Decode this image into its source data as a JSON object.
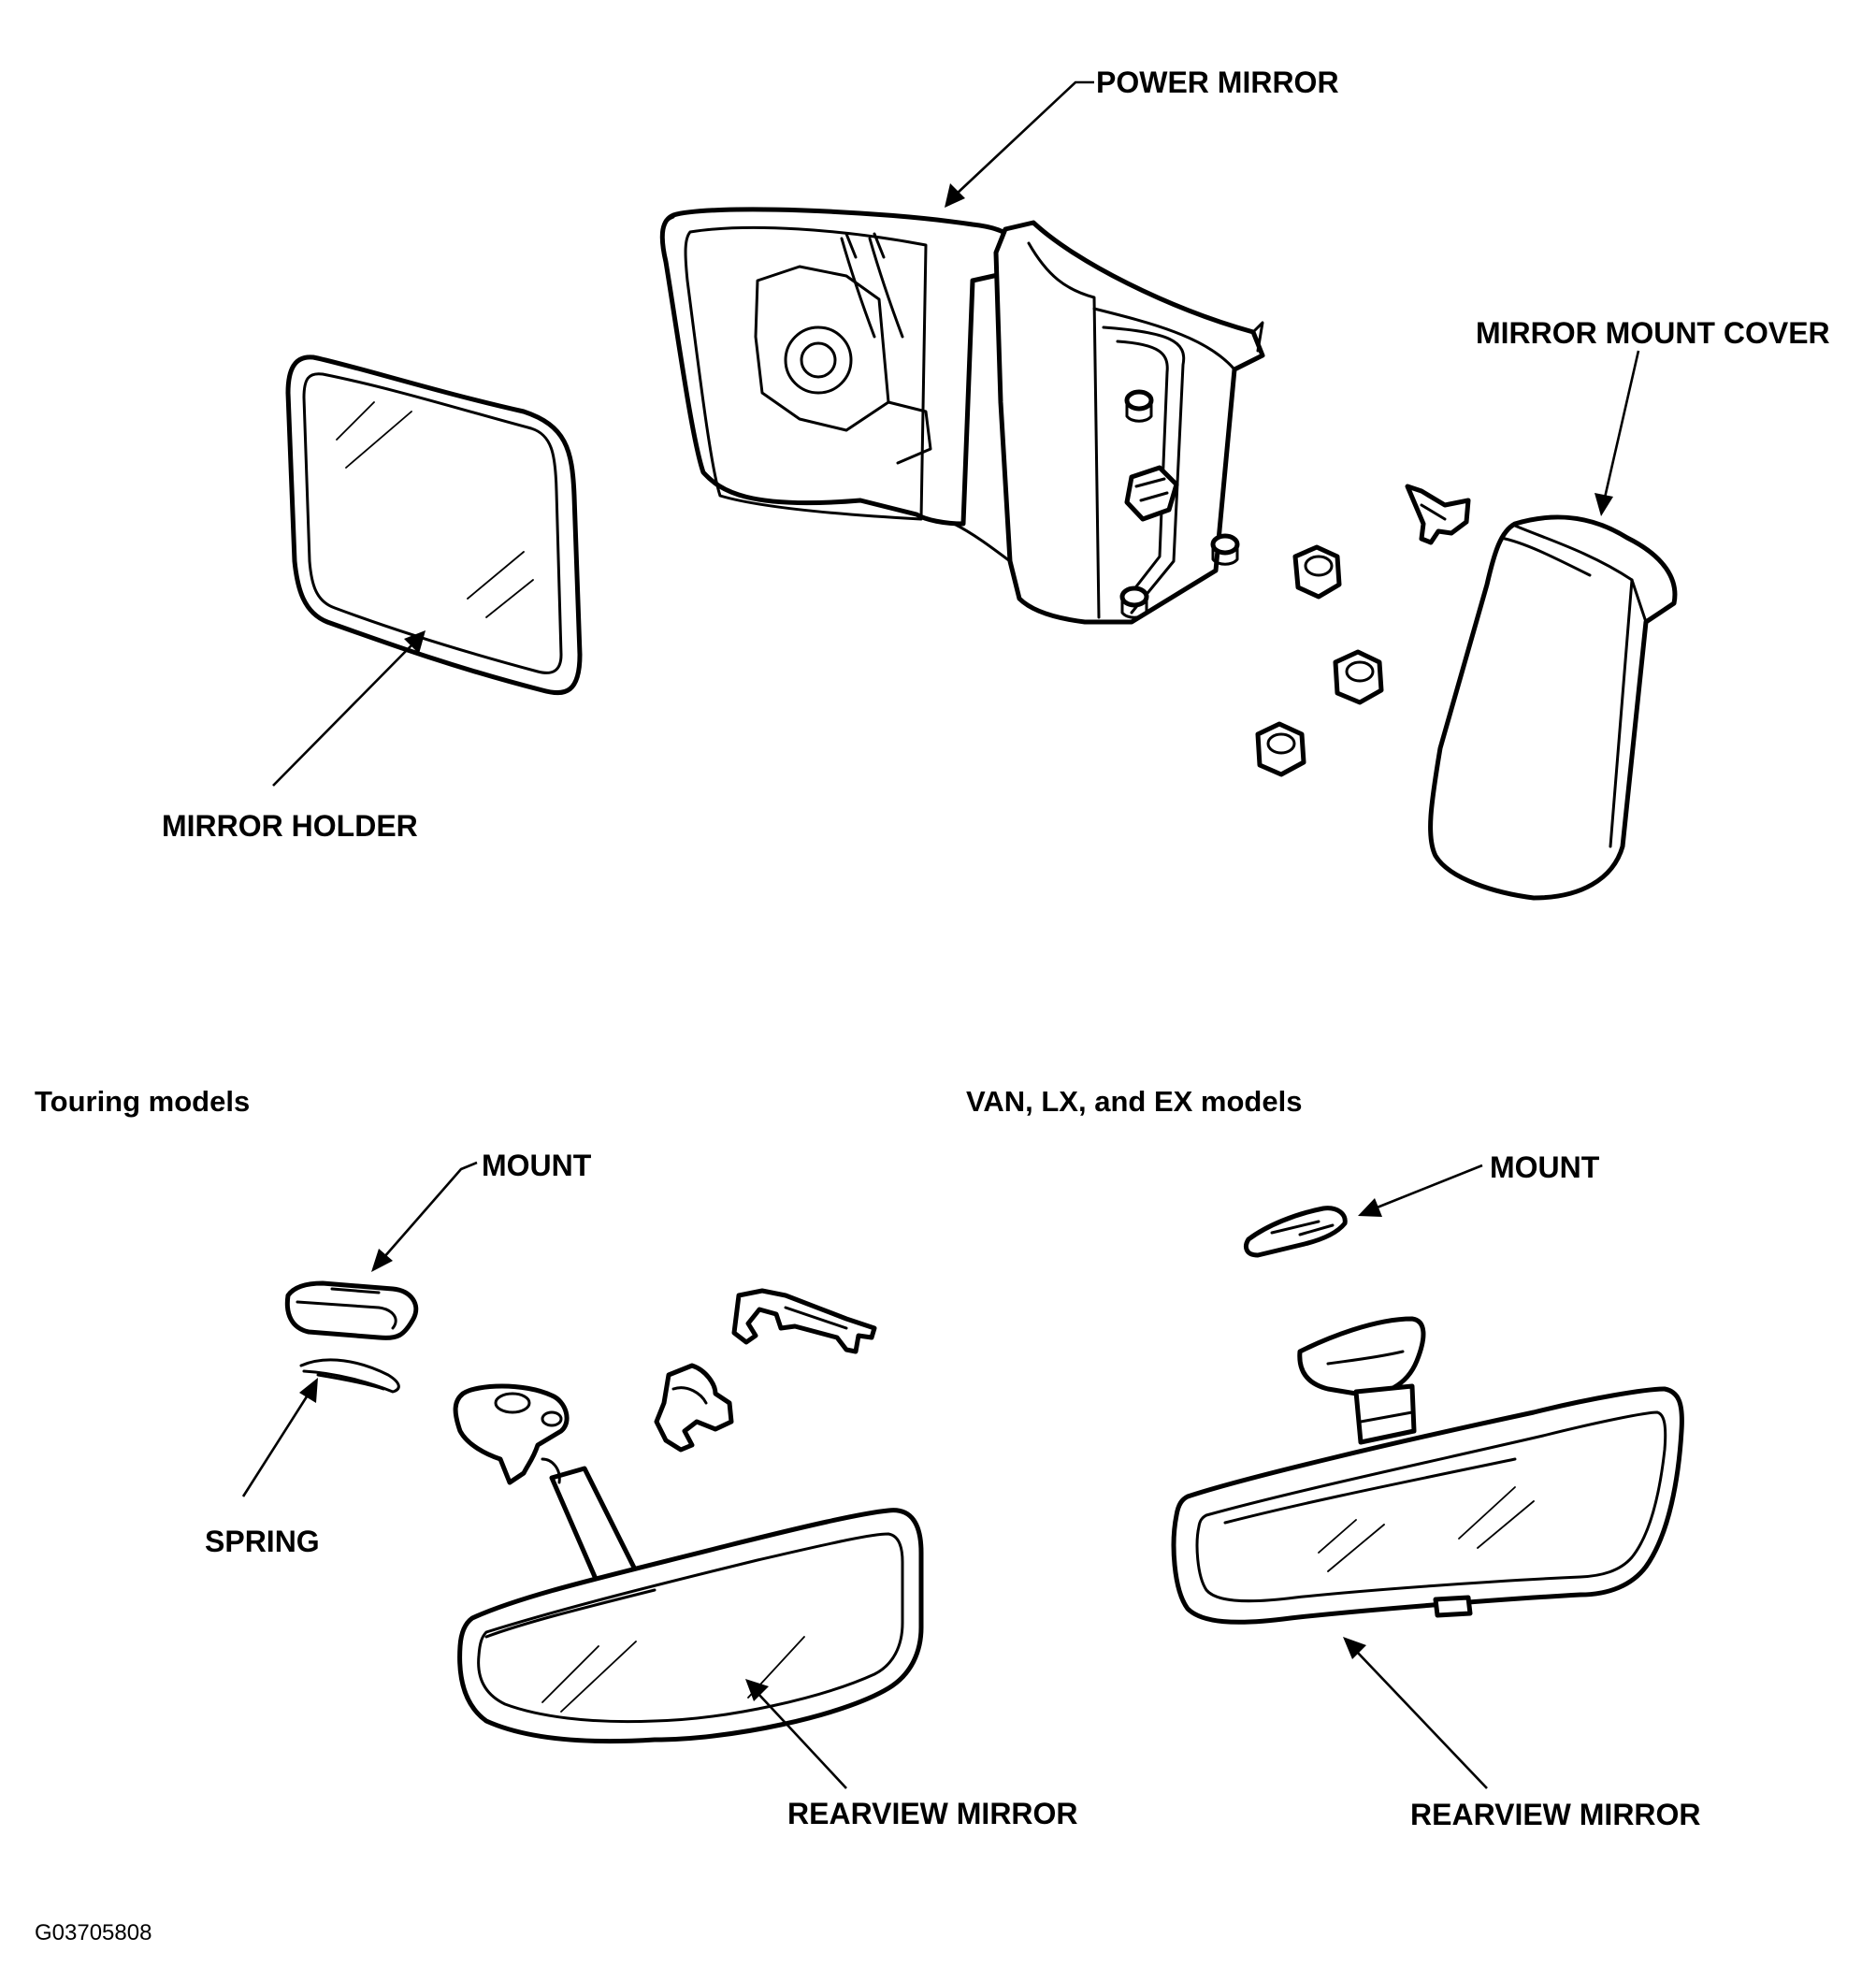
{
  "labels": {
    "power_mirror": "POWER MIRROR",
    "mirror_mount_cover": "MIRROR MOUNT COVER",
    "mirror_holder": "MIRROR HOLDER",
    "touring_models": "Touring models",
    "van_lx_ex_models": "VAN, LX, and EX models",
    "mount_touring": "MOUNT",
    "spring": "SPRING",
    "rearview_touring": "REARVIEW MIRROR",
    "mount_van": "MOUNT",
    "rearview_van": "REARVIEW MIRROR",
    "figure_code": "G03705808"
  }
}
